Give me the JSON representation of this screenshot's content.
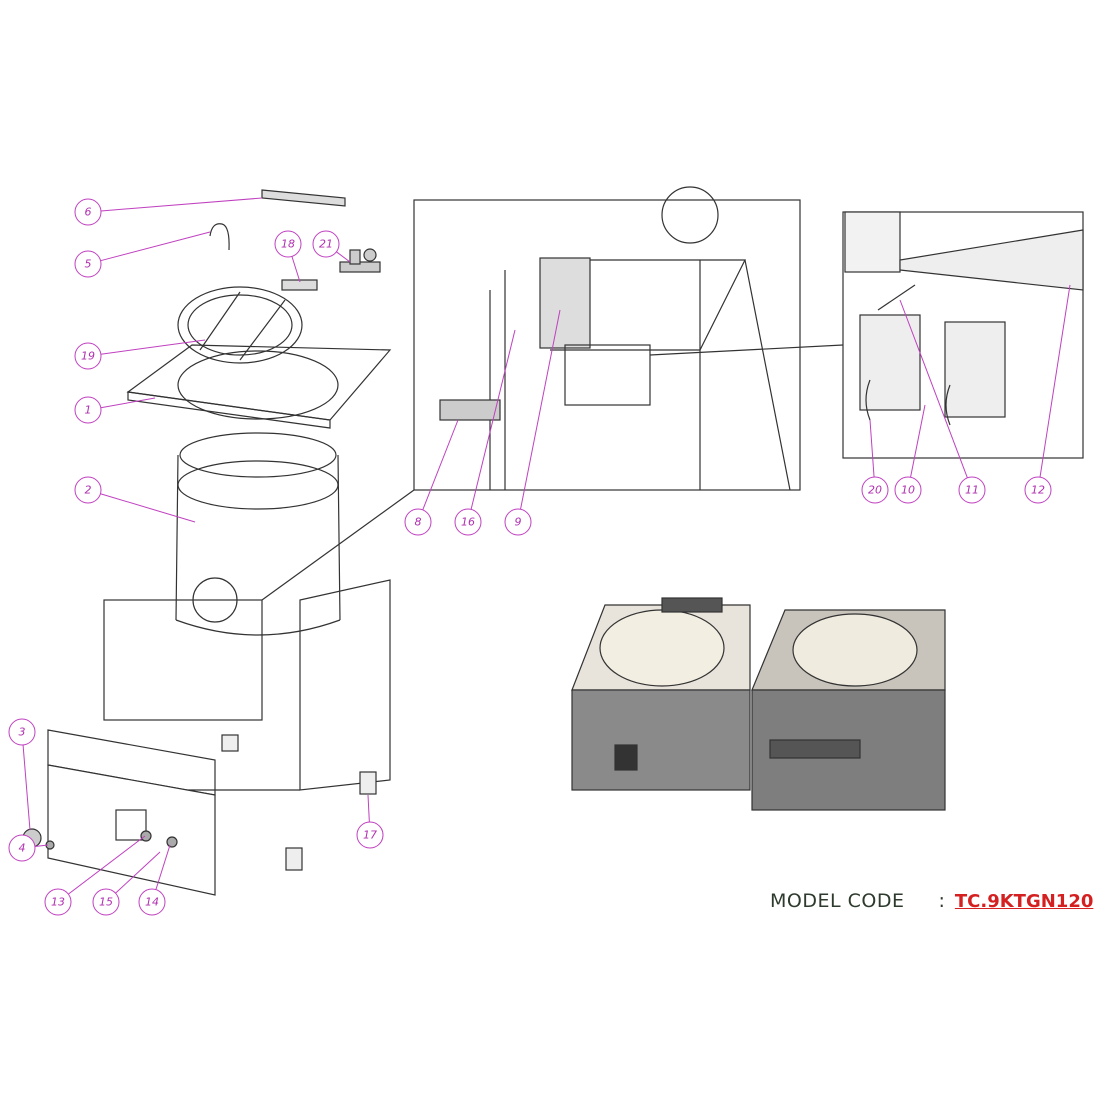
{
  "diagram": {
    "callouts": [
      "1",
      "2",
      "3",
      "4",
      "5",
      "6",
      "8",
      "9",
      "10",
      "11",
      "12",
      "13",
      "14",
      "15",
      "16",
      "17",
      "18",
      "19",
      "20",
      "21"
    ],
    "colors": {
      "callout": "#c040c0",
      "line": "#333333",
      "model_code": "#d42020"
    }
  },
  "model": {
    "label": "MODEL CODE",
    "separator": ":",
    "code": "TC.9KTGN120"
  }
}
